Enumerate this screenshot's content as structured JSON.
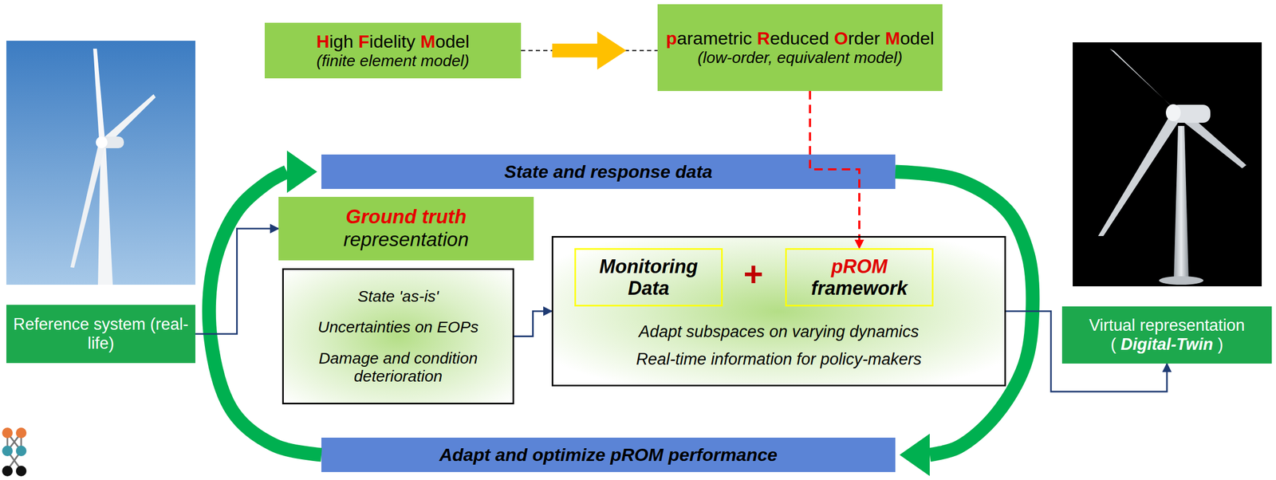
{
  "diagram": {
    "nodes": [
      {
        "text": [
          "High Fidelity Model",
          "(finite element model)"
        ]
      },
      {
        "text": [
          "parametric Reduced Order Model",
          "(low-order, equivalent model)"
        ]
      },
      {
        "text": [
          "State and response data"
        ]
      },
      {
        "text": [
          "Ground truth",
          "representation"
        ]
      },
      {
        "text": [
          "State 'as-is'",
          "Uncertainties on EOPs",
          "Damage and condition deterioration"
        ]
      },
      {
        "text": [
          "Adapt subspaces on varying dynamics",
          "Real-time information for policy-makers"
        ]
      },
      {
        "text": [
          "Monitoring Data"
        ],
        "in": 5
      },
      {
        "text": [
          "pROM framework"
        ],
        "in": 5
      },
      {
        "text": [
          "Reference system (real-life)"
        ]
      },
      {
        "text": [
          "Virtual representation",
          "( Digital-Twin )"
        ]
      },
      {
        "text": [
          "Adapt and optimize pROM performance"
        ]
      }
    ],
    "edges": [
      {
        "from": 0,
        "to": 1,
        "arrow": "to"
      },
      {
        "from": 1,
        "to": 7,
        "arrow": "to"
      },
      {
        "from": 10,
        "to": 2,
        "arrow": "to"
      },
      {
        "from": 2,
        "to": 10,
        "arrow": "to"
      },
      {
        "from": 8,
        "to": 3,
        "arrow": "to"
      },
      {
        "from": 4,
        "to": 5,
        "arrow": "to"
      },
      {
        "from": 5,
        "to": 9,
        "arrow": "to"
      }
    ],
    "labels": [
      "+"
    ]
  }
}
